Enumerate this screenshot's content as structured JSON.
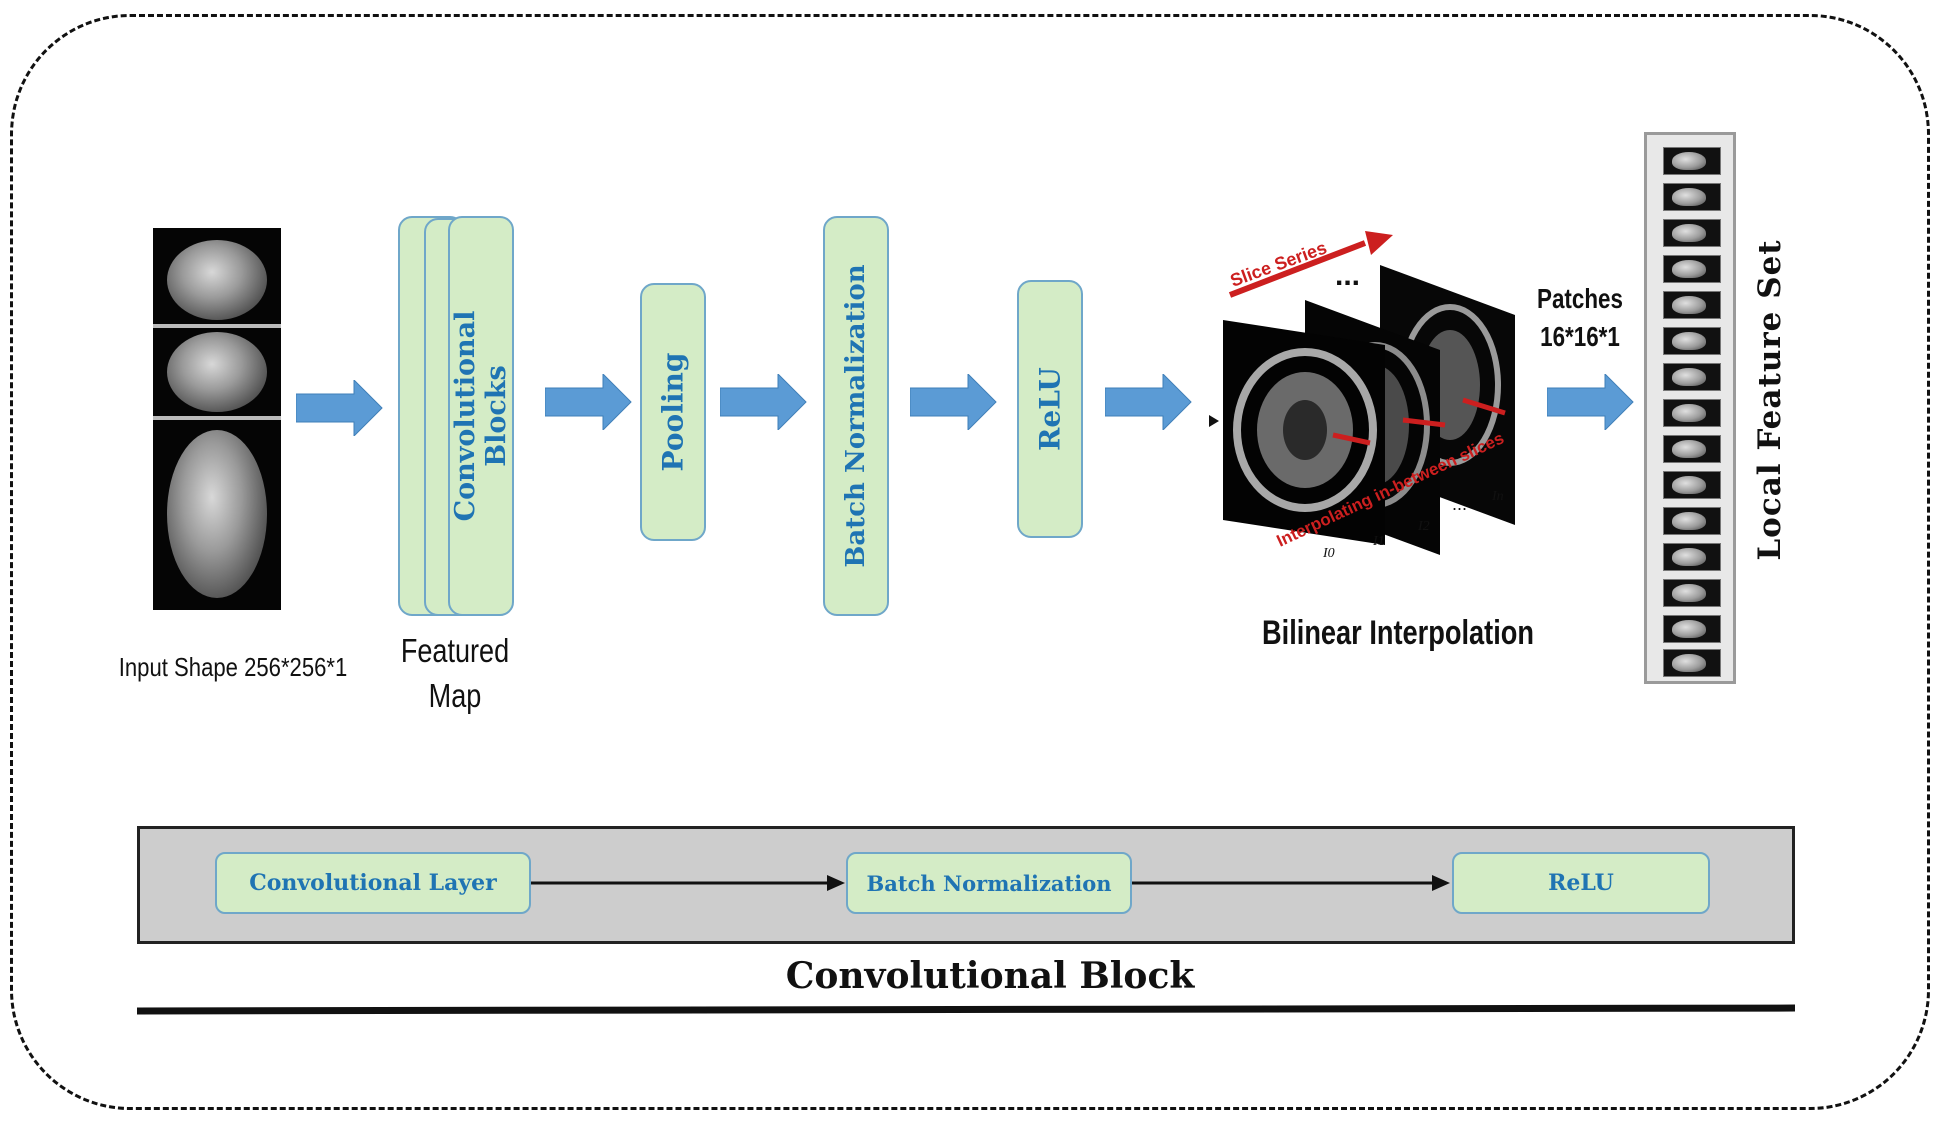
{
  "stages": {
    "conv_blocks": "Convolutional Blocks",
    "pooling": "Pooling",
    "batch_norm": "Batch Normalization",
    "relu": "ReLU"
  },
  "captions": {
    "input": "Input Shape 256*256*1",
    "featured_map_line1": "Featured",
    "featured_map_line2": "Map",
    "bilinear": "Bilinear Interpolation",
    "patches_line1": "Patches",
    "patches_line2": "16*16*1",
    "local_feature_set": "Local Feature Set"
  },
  "interp_figure": {
    "slice_series": "Slice Series",
    "interpolating": "Interpolating in-between slices",
    "ellipsis": "...",
    "index_labels": [
      "I0",
      "I1",
      "I2",
      "...",
      "In"
    ]
  },
  "conv_block": {
    "title": "Convolutional Block",
    "layer1": "Convolutional Layer",
    "layer2": "Batch Normalization",
    "layer3": "ReLU"
  },
  "colors": {
    "box_fill": "#d4ecc6",
    "box_border": "#6fa7c9",
    "label_text": "#1f74b3",
    "arrow_fill": "#5b9bd5",
    "annotation_red": "#cc1f1f"
  }
}
